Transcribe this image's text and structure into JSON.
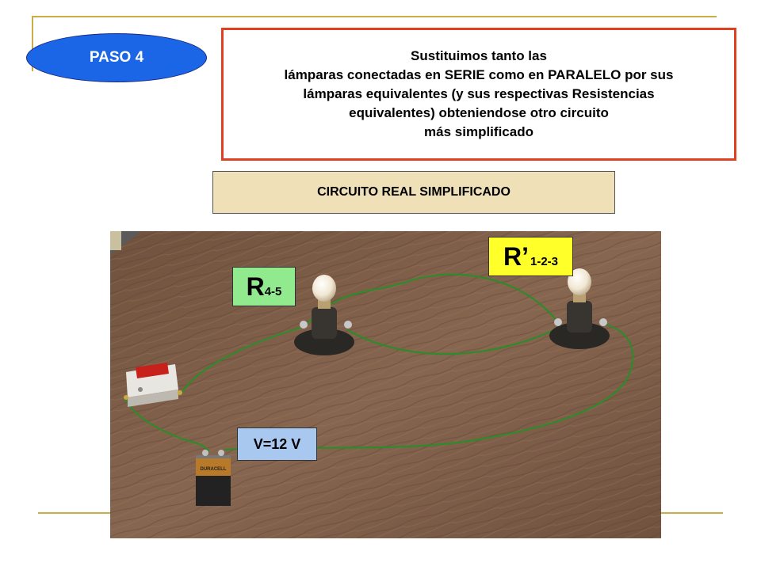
{
  "step": {
    "label": "PASO 4"
  },
  "note": {
    "lines": [
      "Sustituimos tanto las",
      "lámparas conectadas en SERIE como en PARALELO por sus",
      "lámparas equivalentes (y sus respectivas Resistencias",
      "equivalentes) obteniendose otro circuito",
      "más simplificado"
    ]
  },
  "section": {
    "title": "CIRCUITO REAL SIMPLIFICADO"
  },
  "circuit": {
    "r45": {
      "main": "R",
      "sub": "4-5"
    },
    "r123": {
      "main": "R’",
      "sub": "1-2-3"
    },
    "voltage": "V=12 V",
    "battery_text": "DURACELL"
  },
  "colors": {
    "accent_line": "#c8ad4a",
    "step_fill": "#1a66e6",
    "note_border": "#e04020",
    "title_fill": "#f0e0b8",
    "r45_fill": "#92ea8e",
    "r123_fill": "#ffff2a",
    "voltage_fill": "#a8c8f0",
    "wire": "#2f8a2a",
    "board": "#7a5a44"
  }
}
